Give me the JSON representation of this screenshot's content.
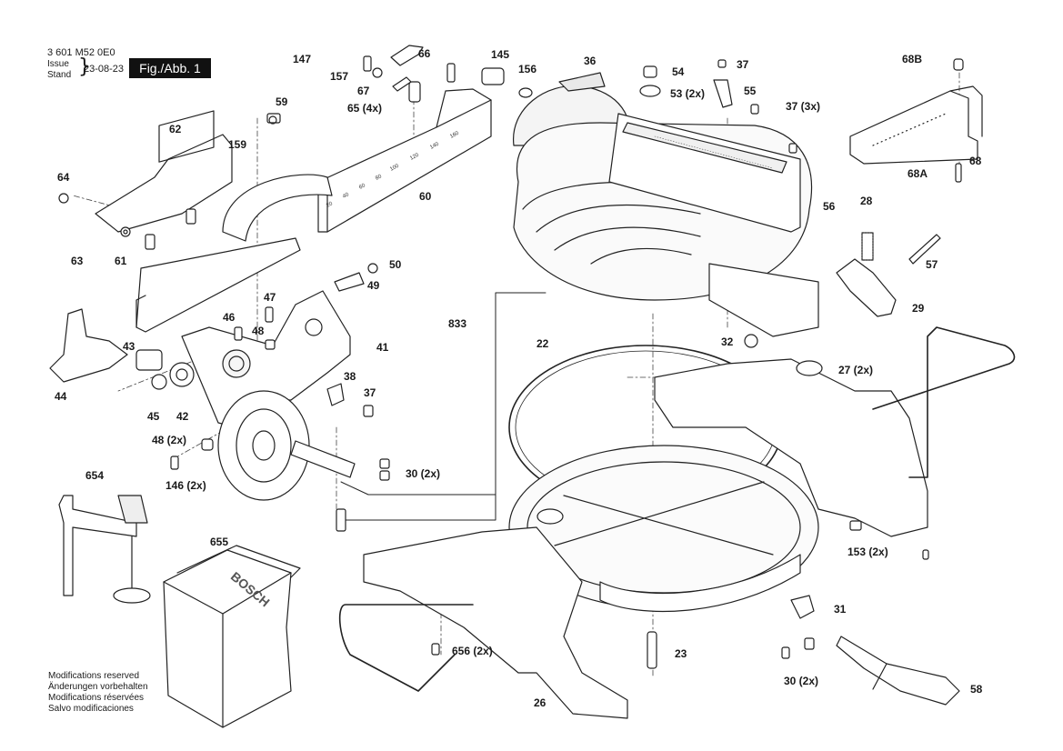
{
  "header": {
    "doc_code": "3 601 M52 0E0",
    "issue_label_1": "Issue",
    "issue_label_2": "Stand",
    "date": "23-08-23",
    "figure": "Fig./Abb. 1"
  },
  "footer": {
    "lines": [
      "Modifications reserved",
      "Änderungen vorbehalten",
      "Modifications réservées",
      "Salvo modificaciones"
    ]
  },
  "brand_marks": [
    "BOSCH"
  ],
  "parts": [
    {
      "id": "p147",
      "text": "147"
    },
    {
      "id": "p66",
      "text": "66"
    },
    {
      "id": "p157",
      "text": "157"
    },
    {
      "id": "p67",
      "text": "67"
    },
    {
      "id": "p65",
      "text": "65 (4x)"
    },
    {
      "id": "p145",
      "text": "145"
    },
    {
      "id": "p156",
      "text": "156"
    },
    {
      "id": "p36",
      "text": "36"
    },
    {
      "id": "p54",
      "text": "54"
    },
    {
      "id": "p37a",
      "text": "37"
    },
    {
      "id": "p53",
      "text": "53 (2x)"
    },
    {
      "id": "p55",
      "text": "55"
    },
    {
      "id": "p37b",
      "text": "37 (3x)"
    },
    {
      "id": "p68B",
      "text": "68B"
    },
    {
      "id": "p68",
      "text": "68"
    },
    {
      "id": "p68A",
      "text": "68A"
    },
    {
      "id": "p59",
      "text": "59"
    },
    {
      "id": "p62",
      "text": "62"
    },
    {
      "id": "p159",
      "text": "159"
    },
    {
      "id": "p64",
      "text": "64"
    },
    {
      "id": "p60",
      "text": "60"
    },
    {
      "id": "p56",
      "text": "56"
    },
    {
      "id": "p28",
      "text": "28"
    },
    {
      "id": "p57",
      "text": "57"
    },
    {
      "id": "p63",
      "text": "63"
    },
    {
      "id": "p61",
      "text": "61"
    },
    {
      "id": "p50",
      "text": "50"
    },
    {
      "id": "p49",
      "text": "49"
    },
    {
      "id": "p29",
      "text": "29"
    },
    {
      "id": "p47",
      "text": "47"
    },
    {
      "id": "p833",
      "text": "833"
    },
    {
      "id": "p46",
      "text": "46"
    },
    {
      "id": "p48",
      "text": "48"
    },
    {
      "id": "p41",
      "text": "41"
    },
    {
      "id": "p43",
      "text": "43"
    },
    {
      "id": "p32",
      "text": "32"
    },
    {
      "id": "p22",
      "text": "22"
    },
    {
      "id": "p27",
      "text": "27 (2x)"
    },
    {
      "id": "p38",
      "text": "38"
    },
    {
      "id": "p44",
      "text": "44"
    },
    {
      "id": "p37c",
      "text": "37"
    },
    {
      "id": "p45",
      "text": "45"
    },
    {
      "id": "p42",
      "text": "42"
    },
    {
      "id": "p48b",
      "text": "48 (2x)"
    },
    {
      "id": "p30a",
      "text": "30 (2x)"
    },
    {
      "id": "p146",
      "text": "146 (2x)"
    },
    {
      "id": "p654",
      "text": "654"
    },
    {
      "id": "p153",
      "text": "153 (2x)"
    },
    {
      "id": "p655",
      "text": "655"
    },
    {
      "id": "p31",
      "text": "31"
    },
    {
      "id": "p656",
      "text": "656 (2x)"
    },
    {
      "id": "p23",
      "text": "23"
    },
    {
      "id": "p30b",
      "text": "30 (2x)"
    },
    {
      "id": "p58",
      "text": "58"
    },
    {
      "id": "p26",
      "text": "26"
    }
  ]
}
